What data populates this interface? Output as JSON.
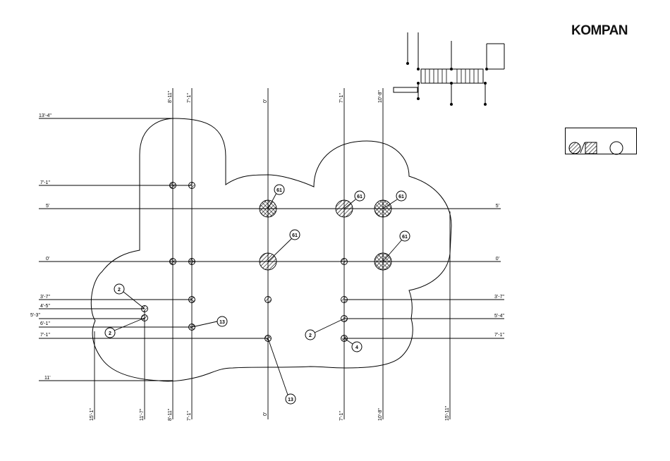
{
  "brand": {
    "name": "KOMPAN"
  },
  "dimensions": {
    "vertical_top": [
      "8'-11\"",
      "7'-1\"",
      "0'",
      "7'-1\"",
      "10'-8\""
    ],
    "vertical_bottom": [
      "15'-1\"",
      "11'-7\"",
      "8'-11\"",
      "7'-1\"",
      "0'",
      "7'-1\"",
      "10'-8\"",
      "15'-11\""
    ],
    "horizontal_left": [
      "13'-4\"",
      "7'-1\"",
      "5'",
      "0'",
      "3'-7\"",
      "4'-5\"",
      "5'-3\"",
      "6'-1\"",
      "7'-1\"",
      "11'"
    ],
    "horizontal_right": [
      "5'",
      "0'",
      "3'-7\"",
      "5'-4\"",
      "7'-1\""
    ]
  },
  "callouts": [
    "61",
    "61",
    "61",
    "61",
    "61",
    "2",
    "2",
    "2",
    "13",
    "13",
    "4"
  ],
  "legend": {
    "symbols": [
      "hatched-circle",
      "hatched-square",
      "empty-circle"
    ]
  }
}
